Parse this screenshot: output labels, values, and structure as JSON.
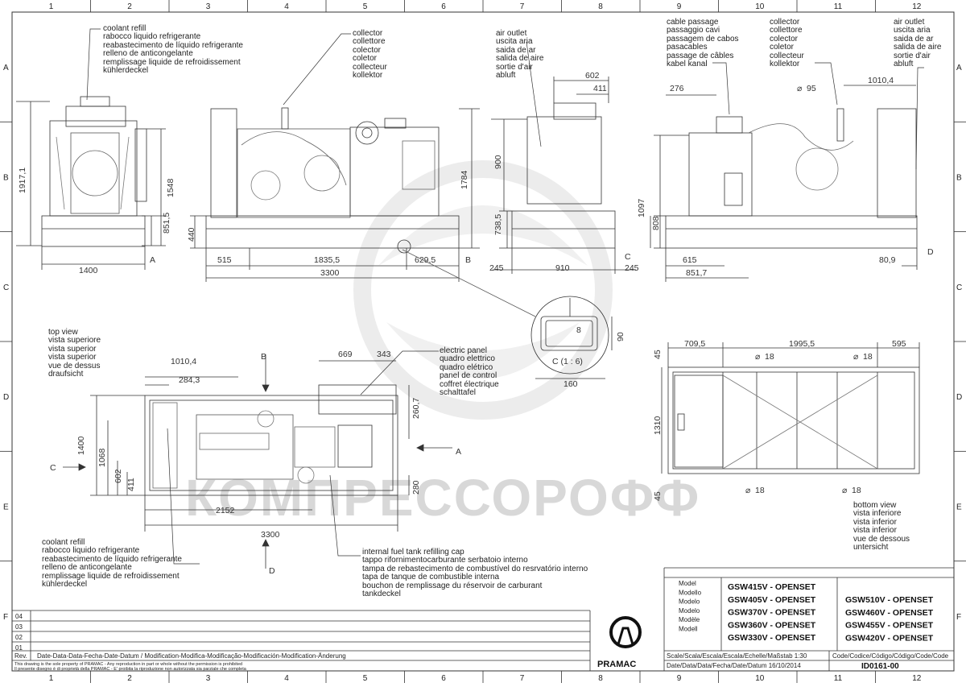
{
  "grid": {
    "columns": [
      "1",
      "2",
      "3",
      "4",
      "5",
      "6",
      "7",
      "8",
      "9",
      "10",
      "11",
      "12"
    ],
    "rows": [
      "A",
      "B",
      "C",
      "D",
      "E",
      "F"
    ]
  },
  "watermark": "КОМПРЕССОРОФФ",
  "labels": {
    "coolant_refill_top": [
      "coolant refill",
      "rabocco liquido refrigerante",
      "reabastecimento de líquido refrigerante",
      "relleno de anticongelante",
      "remplissage liquide de refroidissement",
      "kühlerdeckel"
    ],
    "collector_side": [
      "collector",
      "collettore",
      "colector",
      "coletor",
      "collecteur",
      "kollektor"
    ],
    "air_outlet_front": [
      "air outlet",
      "uscita aria",
      "saida de ar",
      "salida de aire",
      "sortie d'air",
      "abluft"
    ],
    "cable_passage": [
      "cable passage",
      "passaggio cavi",
      "passagem de cabos",
      "pasacables",
      "passage de câbles",
      "kabel kanal"
    ],
    "collector_rear": [
      "collector",
      "collettore",
      "colector",
      "coletor",
      "collecteur",
      "kollektor"
    ],
    "air_outlet_rear": [
      "air outlet",
      "uscita aria",
      "saida de ar",
      "salida de aire",
      "sortie d'air",
      "abluft"
    ],
    "top_view": [
      "top view",
      "vista superiore",
      "vista superior",
      "vista superior",
      "vue de dessus",
      "draufsicht"
    ],
    "electric_panel": [
      "electric panel",
      "quadro elettrico",
      "quadro elétrico",
      "panel de control",
      "coffret électrique",
      "schalttafel"
    ],
    "bottom_view": [
      "bottom view",
      "vista inferiore",
      "vista inferior",
      "vista inferior",
      "vue de dessous",
      "untersicht"
    ],
    "coolant_refill_bottom": [
      "coolant refill",
      "rabocco liquido refrigerante",
      "reabastecimento de líquido refrigerante",
      "relleno de anticongelante",
      "remplissage liquide de refroidissement",
      "kühlerdeckel"
    ],
    "fuel_tank": [
      "internal fuel tank refilling cap",
      "tappo rifornimentocarburante serbatoio interno",
      "tampa de rebastecimento de combustível do resrvatório interno",
      "tapa de tanque de combustible interna",
      "bouchon de remplissage du réservoir de carburant",
      "tankdeckel"
    ]
  },
  "dimensions": {
    "front_height": "1917,1",
    "front_h2": "1548",
    "front_h3": "851,5",
    "front_width": "1400",
    "view_a": "A",
    "side_h_left": "440",
    "side_h_right": "1784",
    "side_515": "515",
    "side_1835": "1835,5",
    "side_629": "629,5",
    "side_3300": "3300",
    "view_b": "B",
    "end_602": "602",
    "end_411": "411",
    "end_900": "900",
    "end_738": "738,5",
    "end_245a": "245",
    "end_910": "910",
    "end_245b": "245",
    "view_c": "C",
    "rear_276": "276",
    "rear_95": "95",
    "rear_1010": "1010,4",
    "rear_1097": "1097",
    "rear_808": "808",
    "rear_615": "615",
    "rear_851": "851,7",
    "rear_80": "80,9",
    "view_d": "D",
    "det_8": "8",
    "det_90": "90",
    "det_title": "C (1 : 6)",
    "det_160": "160",
    "top_1010": "1010,4",
    "top_284": "284,3",
    "top_669": "669",
    "top_343": "343",
    "top_260": "260,7",
    "top_1400": "1400",
    "top_1068": "1068",
    "top_602": "602",
    "top_411": "411",
    "top_280": "280",
    "top_2152": "2152",
    "top_3300": "3300",
    "bot_709": "709,5",
    "bot_1995": "1995,5",
    "bot_595": "595",
    "bot_45a": "45",
    "bot_1310": "1310",
    "bot_45b": "45",
    "bot_d18": "18"
  },
  "title_block": {
    "model_labels": [
      "Model",
      "Modello",
      "Modelo",
      "Modelo",
      "Modèle",
      "Modell"
    ],
    "models_left": [
      "GSW415V - OPENSET",
      "GSW405V - OPENSET",
      "GSW370V - OPENSET",
      "GSW360V - OPENSET",
      "GSW330V - OPENSET"
    ],
    "models_right": [
      "GSW510V - OPENSET",
      "GSW460V - OPENSET",
      "GSW455V - OPENSET",
      "GSW420V - OPENSET"
    ],
    "revisions": [
      "04",
      "03",
      "02",
      "01"
    ],
    "rev_label": "Rev.",
    "rev_header": "Date-Data-Data-Fecha-Date-Datum / Modification-Modifica-Modificação-Modificación-Modification-Änderung",
    "legal_1": "This drawing is the sole property of PRAMAC - Any reproduction in part or whole without the permission is prohibited",
    "legal_2": "Il presente disegno è di proprietà della PRAMAC - E' proibita la riproduzione non autorizzata sia parziale che completa",
    "brand": "PRAMAC",
    "scale": "Scale/Scala/Escala/Escala/Echelle/Maßstab 1:30",
    "code_label": "Code/Codice/Código/Código/Code/Code",
    "date": "Date/Data/Data/Fecha/Date/Datum  16/10/2014",
    "code": "ID0161-00"
  }
}
